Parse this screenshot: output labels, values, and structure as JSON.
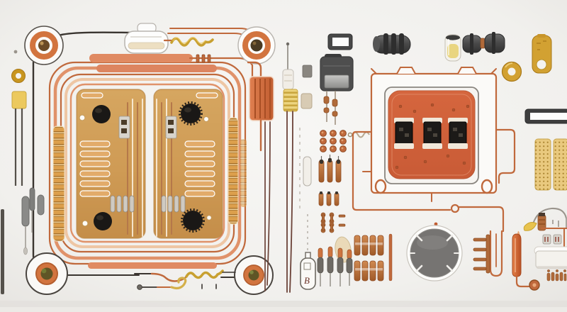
{
  "scene": {
    "type": "illustration",
    "subject": "circuit-board-components-flat-lay",
    "bottle_tag_label": "B"
  },
  "palette": {
    "background": "#f2f1ee",
    "copper": "#c0693c",
    "copper_dark": "#8e4a22",
    "salmon": "#e08a62",
    "trace_light": "#eec6a4",
    "board_gold": "#cf9b55",
    "coil_gold": "#d89a44",
    "part_gold": "#d2a132",
    "cpu_orange": "#d0603a",
    "dark_metal": "#484848",
    "gray_metal": "#8a8a88",
    "buzzer_gray": "#767472",
    "component_black": "#1a1816",
    "ivory": "#f6f4f0",
    "capacitor_yellow": "#ecc95e",
    "wire_dark": "#3a3530",
    "pad_olive": "#5f5526"
  },
  "components": [
    "main-pcb-board",
    "corner-mount-pads",
    "copper-trace-rings",
    "gold-circuit-core",
    "trimmer-knobs",
    "smd-resistors",
    "coil-columns",
    "ghost-connector",
    "gold-jumper-wire-top",
    "gold-jumper-wire-bottom",
    "gold-washer-small",
    "film-capacitor-yellow",
    "standoff-cylinders",
    "ribbed-heatsink",
    "needle-antenna",
    "coil-inductor-yellow",
    "ferrite-bead",
    "via-dot-grid",
    "bottle-tag",
    "test-probes",
    "crimp-pin-clusters",
    "wax-blob",
    "cpu-socket-module",
    "smd-chips",
    "bezel-connector",
    "ribbed-inductor",
    "to220-transistor",
    "axial-fuses",
    "electrolytic-capacitor",
    "ribbed-inductor-pair",
    "gold-tag",
    "gold-washer-large",
    "edge-slot-connector",
    "perforated-gold-pads",
    "wire-arc-bridge",
    "comb-connector",
    "u-shaped-trace",
    "glass-vial-capacitor",
    "buzzer-disc",
    "keycap-module",
    "silver-smd-pair",
    "copper-pin-row",
    "salmon-bus-bars"
  ]
}
